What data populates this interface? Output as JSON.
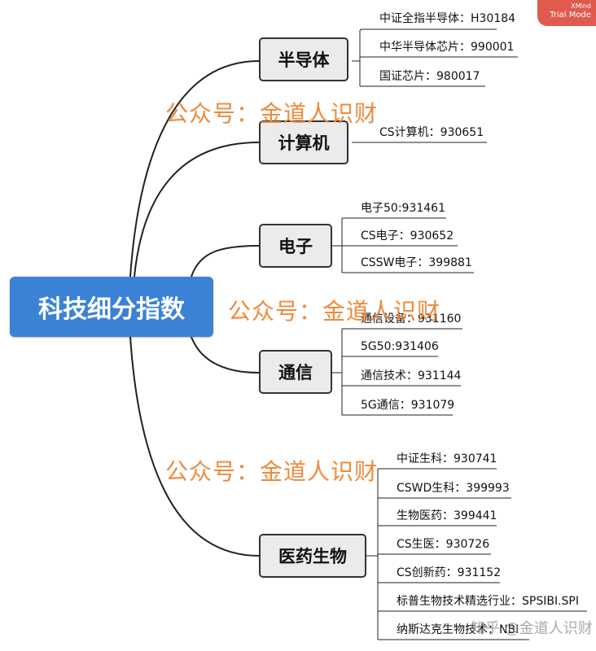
{
  "root_label": "科技细分指数",
  "branches": [
    {
      "label": "半导体",
      "leaves": [
        "中证全指半导体：H30184",
        "中华半导体芯片：990001",
        "国证芯片：980017"
      ]
    },
    {
      "label": "计算机",
      "leaves": [
        "CS计算机：930651"
      ]
    },
    {
      "label": "电子",
      "leaves": [
        "电子50:931461",
        "CS电子：930652",
        "CSSW电子：399881"
      ]
    },
    {
      "label": "通信",
      "leaves": [
        "通信设备：931160",
        "5G50:931406",
        "通信技术：931144",
        "5G通信：931079"
      ]
    },
    {
      "label": "医药生物",
      "leaves": [
        "中证生科：930741",
        "CSWD生科：399993",
        "生物医药：399441",
        "CS生医：930726",
        "CS创新药：931152",
        "标普生物技术精选行业：SPSIBI.SPI",
        "纳斯达克生物技术：NBI"
      ]
    }
  ],
  "watermarks": [
    "公众号：金道人识财",
    "公众号：金道人识财",
    "公众号：金道人识财"
  ],
  "zhihu_watermark": "知乎 @金道人识财",
  "badge": {
    "line1": "XMind",
    "line2": "Trial Mode"
  },
  "colors": {
    "root": "#3b82d6",
    "branch_fill": "#ebebeb",
    "watermark": "#ef8a3c",
    "badge": "#e05a4e"
  }
}
